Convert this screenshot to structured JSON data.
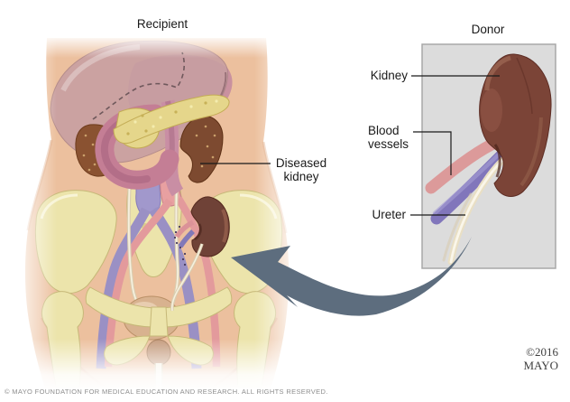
{
  "figure": {
    "recipient": {
      "title": "Recipient",
      "diseased_kidney_label": "Diseased kidney"
    },
    "donor": {
      "title": "Donor",
      "kidney_label": "Kidney",
      "blood_vessels_label": "Blood vessels",
      "ureter_label": "Ureter"
    }
  },
  "credit": {
    "year": "©2016",
    "name": "MAYO"
  },
  "footer": {
    "copyright": "© MAYO FOUNDATION FOR MEDICAL EDUCATION AND RESEARCH. ALL RIGHTS RESERVED."
  },
  "colors": {
    "arrow": "#5d6d7e",
    "donor_panel_bg": "#dcdcdc",
    "donor_panel_border": "#a8a8a8",
    "skin": "#ecc09e",
    "bone": "#ece4ab",
    "donor_kidney": "#7b4437",
    "transplant_kidney": "#6f4237",
    "diseased_kidney": "#7d4a30",
    "artery_pink": "#e39a9c",
    "vein_purple": "#9a90c4",
    "ureter_cream": "#e9dfc4",
    "liver": "#c79fa2",
    "pancreas": "#e5d68b",
    "label_text": "#1a1a1a",
    "footer_text": "#8e8e8e"
  }
}
